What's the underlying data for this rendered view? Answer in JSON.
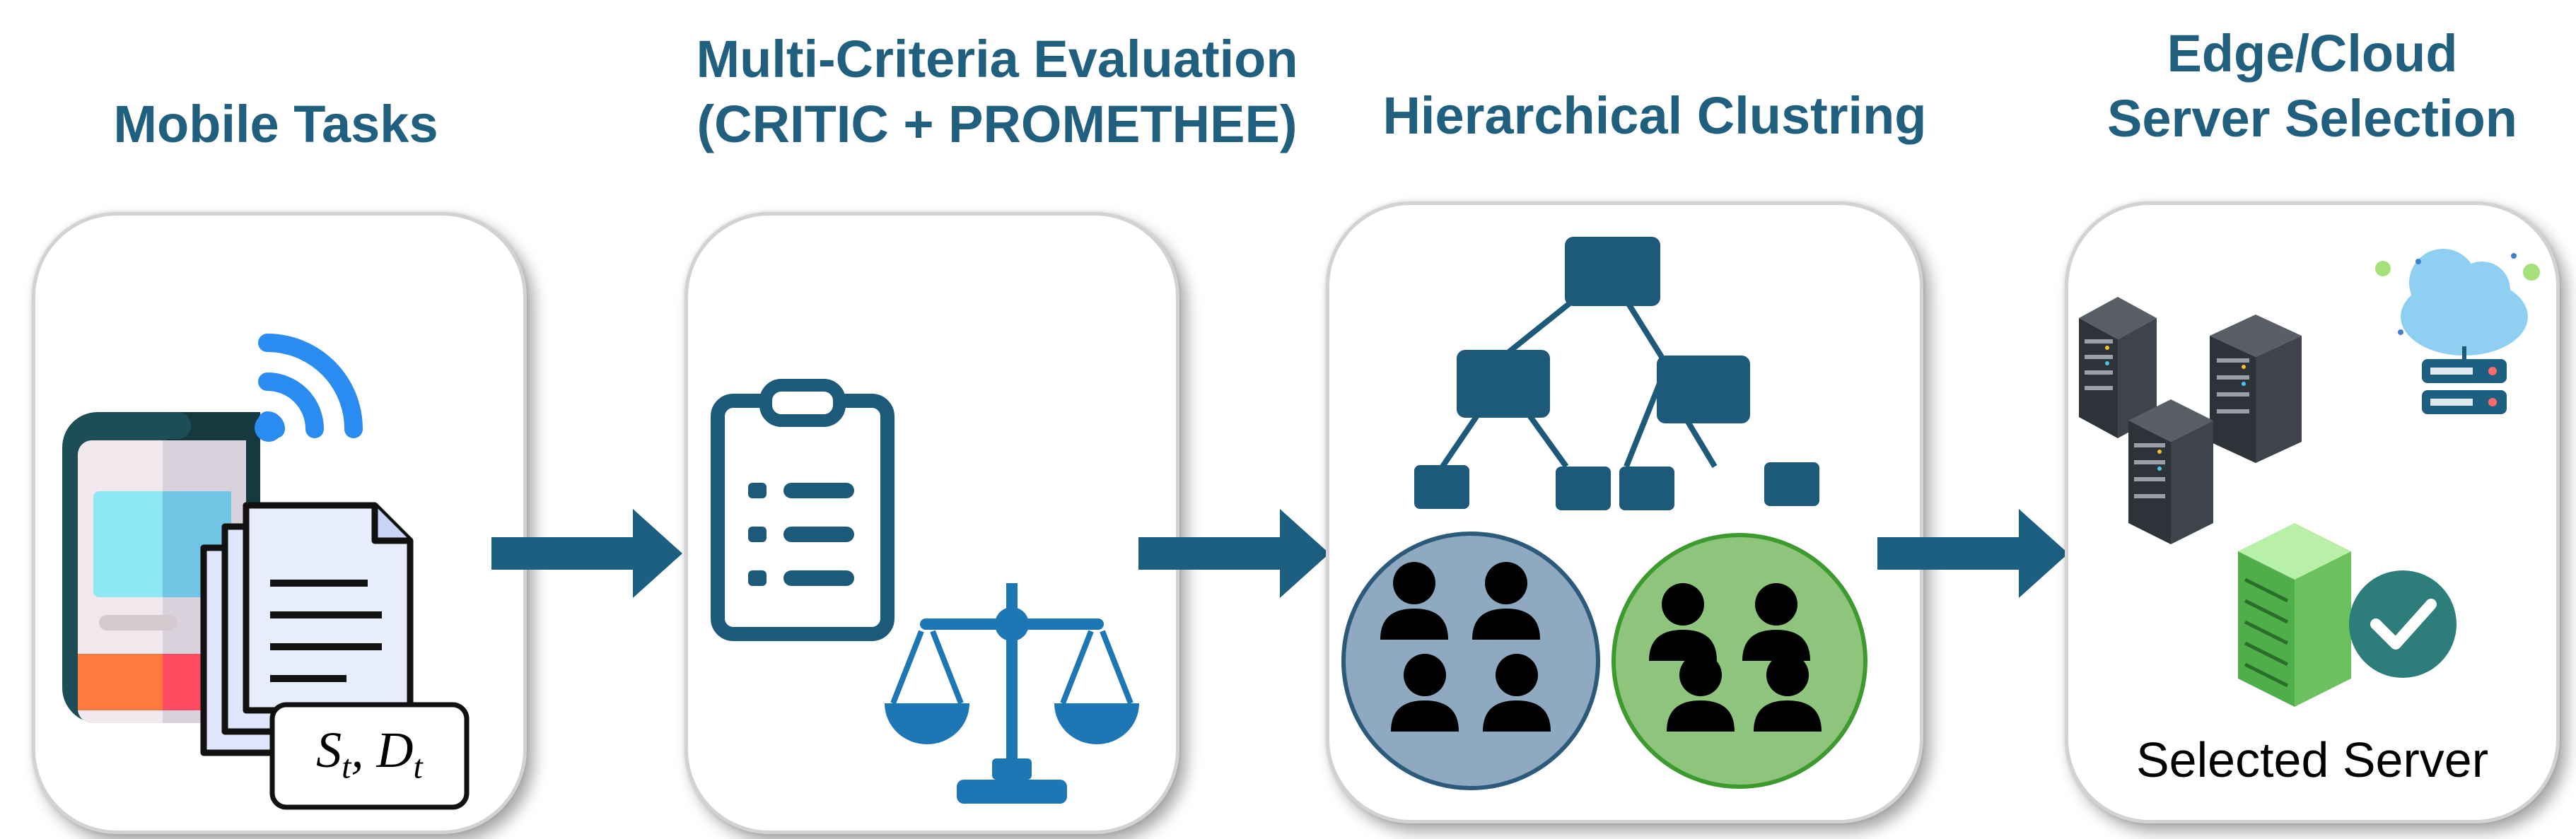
{
  "stages": [
    {
      "title_lines": [
        "Mobile Tasks"
      ]
    },
    {
      "title_lines": [
        "Multi-Criteria Evaluation",
        "(CRITIC + PROMETHEE)"
      ]
    },
    {
      "title_lines": [
        "Hierarchical Clustring"
      ]
    },
    {
      "title_lines": [
        "Edge/Cloud",
        "Server Selection"
      ]
    }
  ],
  "task_label": {
    "base1": "S",
    "sub1": "t",
    "sep": ", ",
    "base2": "D",
    "sub2": "t"
  },
  "selected_server_label": "Selected Server",
  "colors": {
    "title": "#215f7f",
    "arrow": "#1c5f80",
    "navy": "#1d5a79",
    "cluster_left": "#8fa9c0",
    "cluster_right": "#8fc47c",
    "wifi": "#2a8cf0",
    "scale": "#1c77b4"
  },
  "icons": [
    "smartphone-icon",
    "wifi-icon",
    "document-stack-icon",
    "clipboard-checklist-icon",
    "balance-scale-icon",
    "tree-hierarchy-icon",
    "people-group-icon",
    "server-tower-icon",
    "cloud-server-icon",
    "selected-server-check-icon"
  ]
}
